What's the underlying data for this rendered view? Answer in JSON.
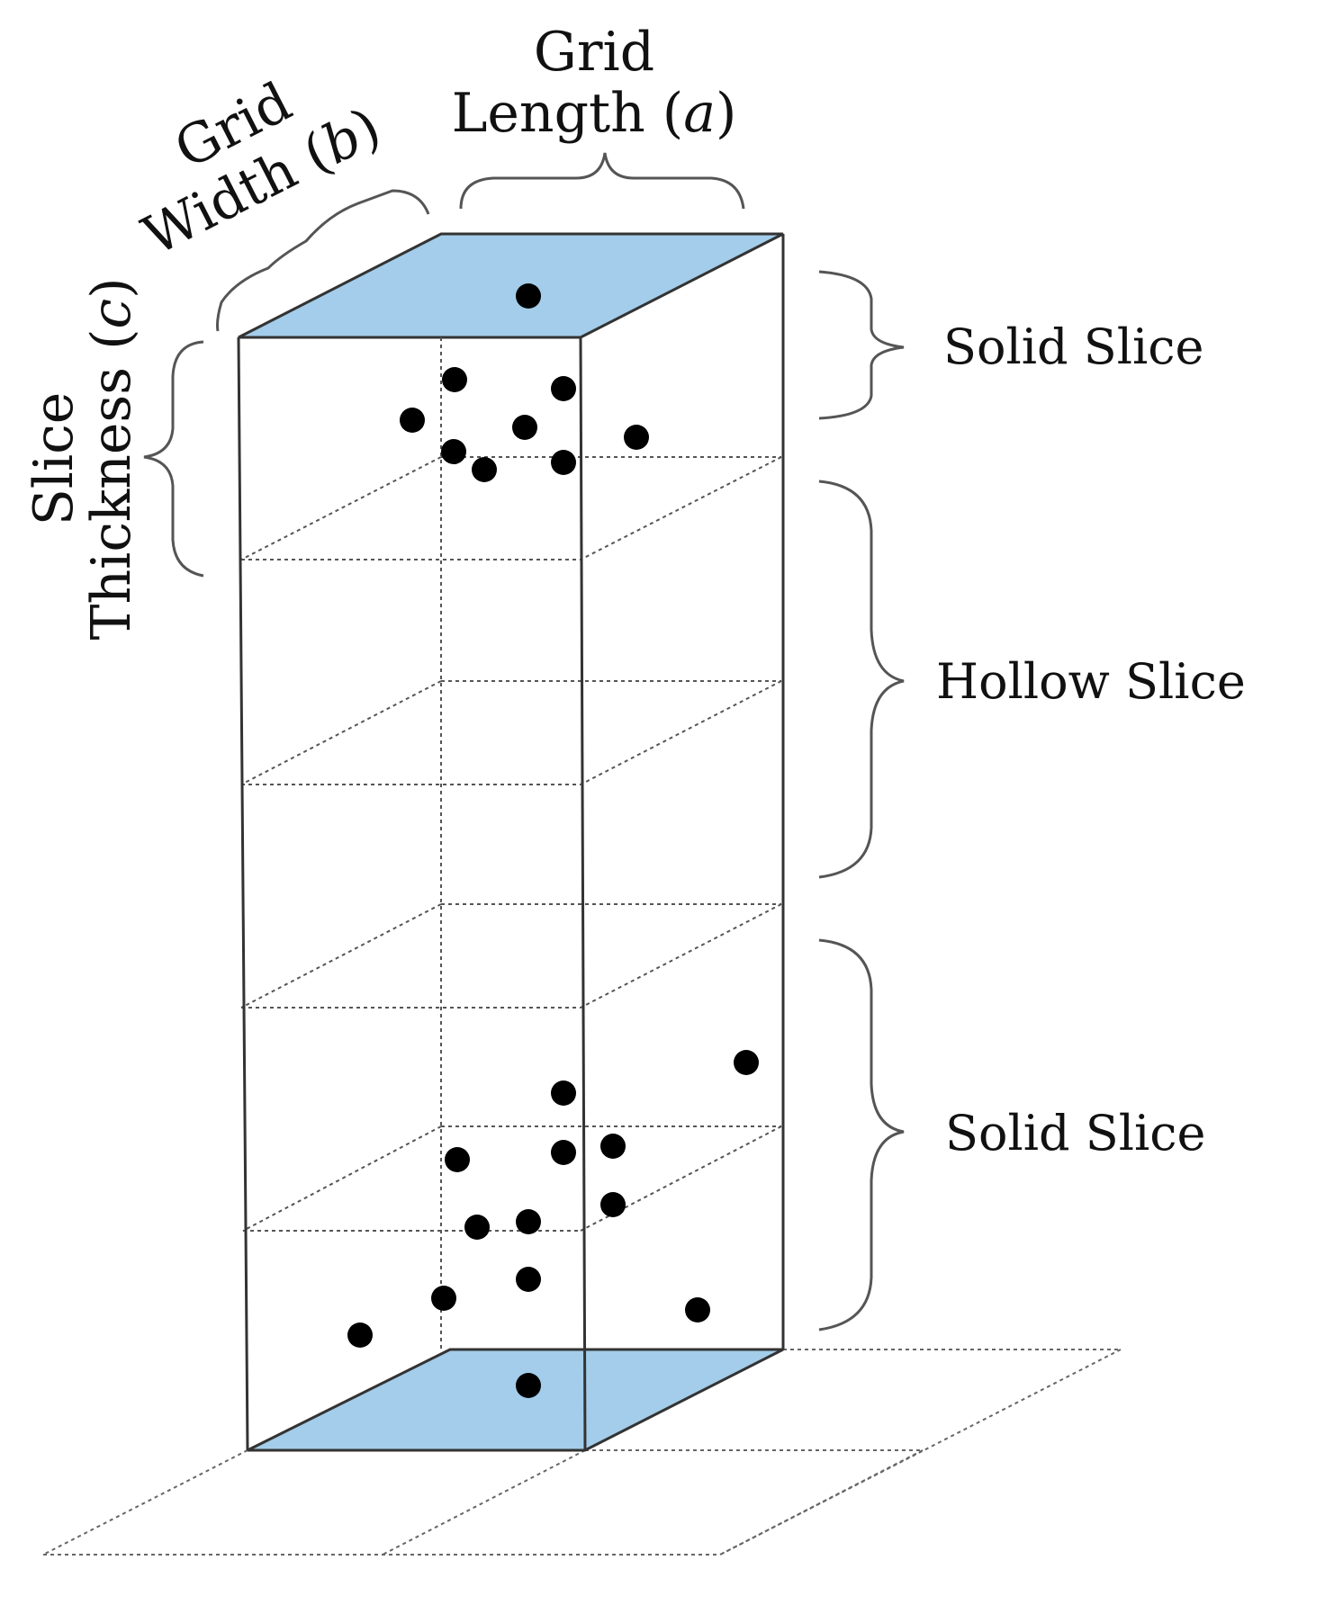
{
  "labels": {
    "grid_length": {
      "line1": "Grid",
      "line2_prefix": "Length (",
      "var": "a",
      "line2_suffix": ")"
    },
    "grid_width": {
      "line1": "Grid",
      "line2_prefix": "Width (",
      "var": "b",
      "line2_suffix": ")"
    },
    "slice_thickness": {
      "line1": "Slice",
      "line2_prefix": "Thickness (",
      "var": "c",
      "line2_suffix": ")"
    },
    "solid_slice_top": "Solid Slice",
    "hollow_slice": "Hollow Slice",
    "solid_slice_bottom": "Solid Slice"
  },
  "colors": {
    "face_fill": "#a3cdea",
    "line": "#333333",
    "dot": "#000000"
  }
}
